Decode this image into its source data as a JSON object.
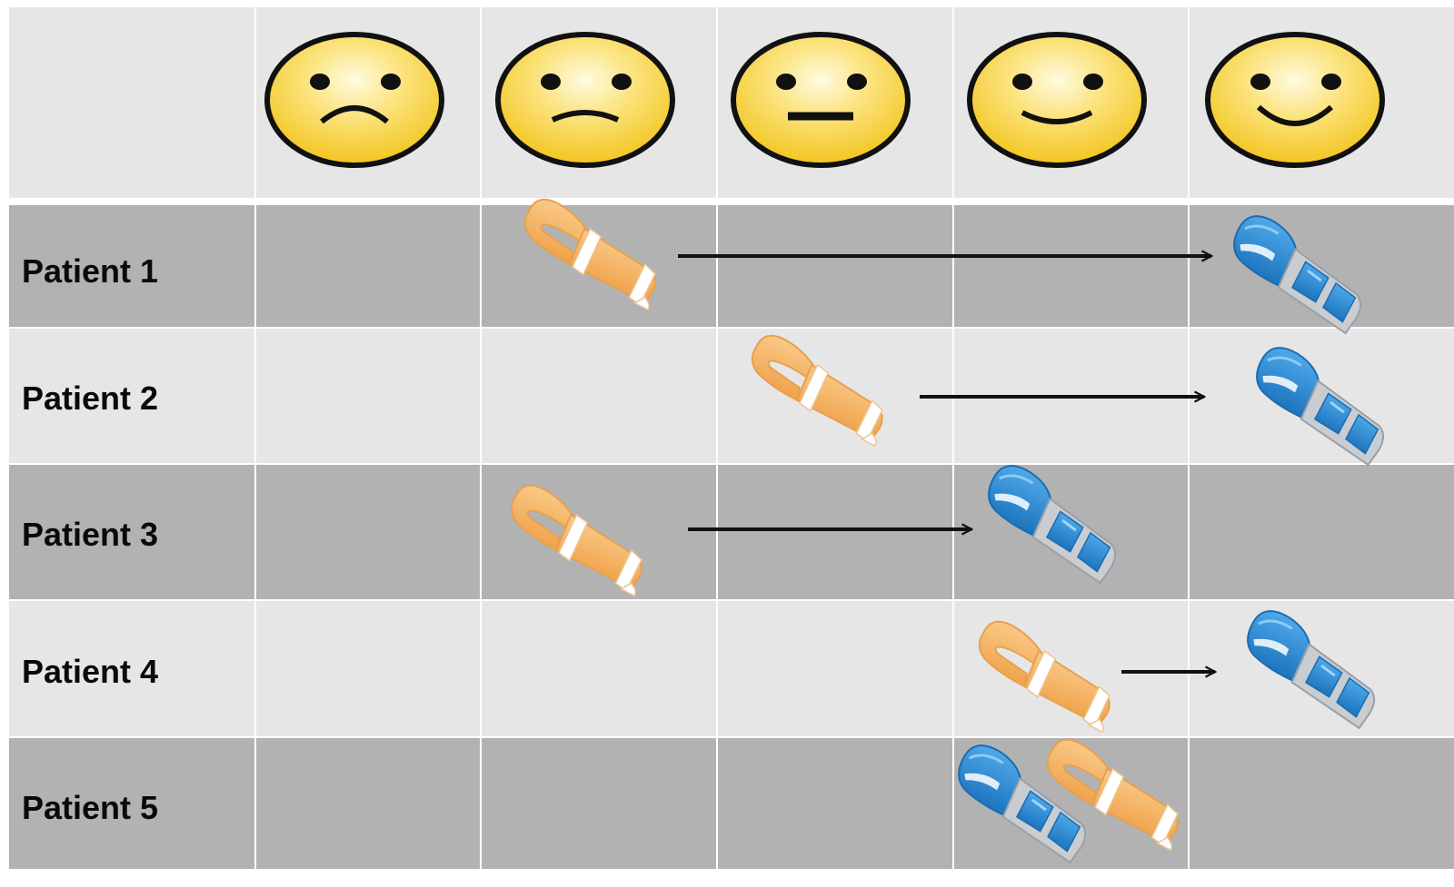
{
  "scale": {
    "faces": [
      {
        "name": "very-sad-face-icon",
        "mouth": "frown-strong"
      },
      {
        "name": "sad-face-icon",
        "mouth": "frown-slight"
      },
      {
        "name": "neutral-face-icon",
        "mouth": "flat"
      },
      {
        "name": "happy-face-icon",
        "mouth": "smile-slight"
      },
      {
        "name": "very-happy-face-icon",
        "mouth": "smile-strong"
      }
    ]
  },
  "legend_items": [
    {
      "icon": "orange-splint-icon",
      "color": "#f5b362"
    },
    {
      "icon": "blue-splint-icon",
      "color": "#2f8fd6"
    }
  ],
  "patients": [
    {
      "label": "Patient 1",
      "orange_level": 2,
      "blue_level": 5,
      "arrow": true
    },
    {
      "label": "Patient 2",
      "orange_level": 3,
      "blue_level": 5,
      "arrow": true
    },
    {
      "label": "Patient 3",
      "orange_level": 2,
      "blue_level": 4,
      "arrow": true
    },
    {
      "label": "Patient 4",
      "orange_level": 4,
      "blue_level": 5,
      "arrow": true
    },
    {
      "label": "Patient 5",
      "orange_level": 4,
      "blue_level": 4,
      "arrow": false
    }
  ],
  "colors": {
    "header_bg": "#e6e6e6",
    "row_dark": "#b2b2b2",
    "row_light": "#e6e6e6",
    "face_fill": "#f7d43a",
    "orange": "#f5b362",
    "blue": "#2f8fd6",
    "arrow": "#111111"
  }
}
